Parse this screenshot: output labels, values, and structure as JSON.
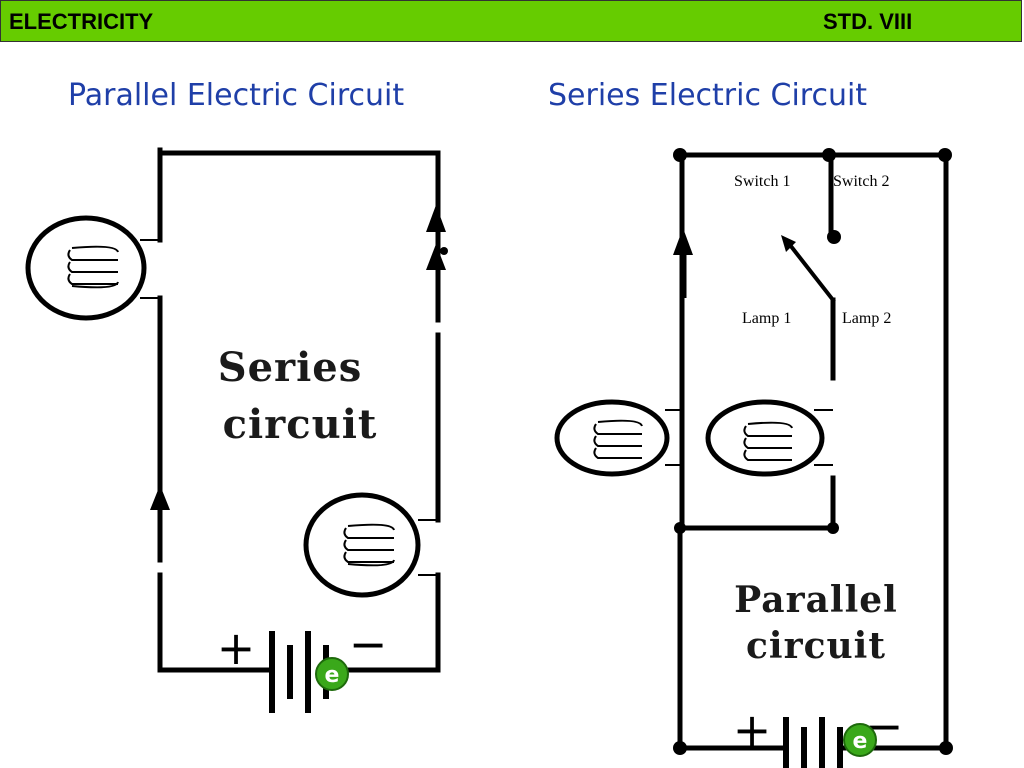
{
  "header": {
    "subject": "ELECTRICITY",
    "grade": "STD. VIII"
  },
  "titles": {
    "left": "Parallel Electric Circuit",
    "right": "Series Electric Circuit"
  },
  "left_diagram": {
    "label_line1": "Series",
    "label_line2": "circuit",
    "plus": "+",
    "minus": "−",
    "electron": "e"
  },
  "right_diagram": {
    "switch1": "Switch 1",
    "switch2": "Switch 2",
    "lamp1": "Lamp 1",
    "lamp2": "Lamp 2",
    "label_line1": "Parallel",
    "label_line2": "circuit",
    "plus": "+",
    "minus": "−",
    "electron": "e"
  },
  "colors": {
    "header_bg": "#66cc00",
    "title": "#1f3fa8",
    "wire": "#000000",
    "electron": "#3aa81a"
  }
}
